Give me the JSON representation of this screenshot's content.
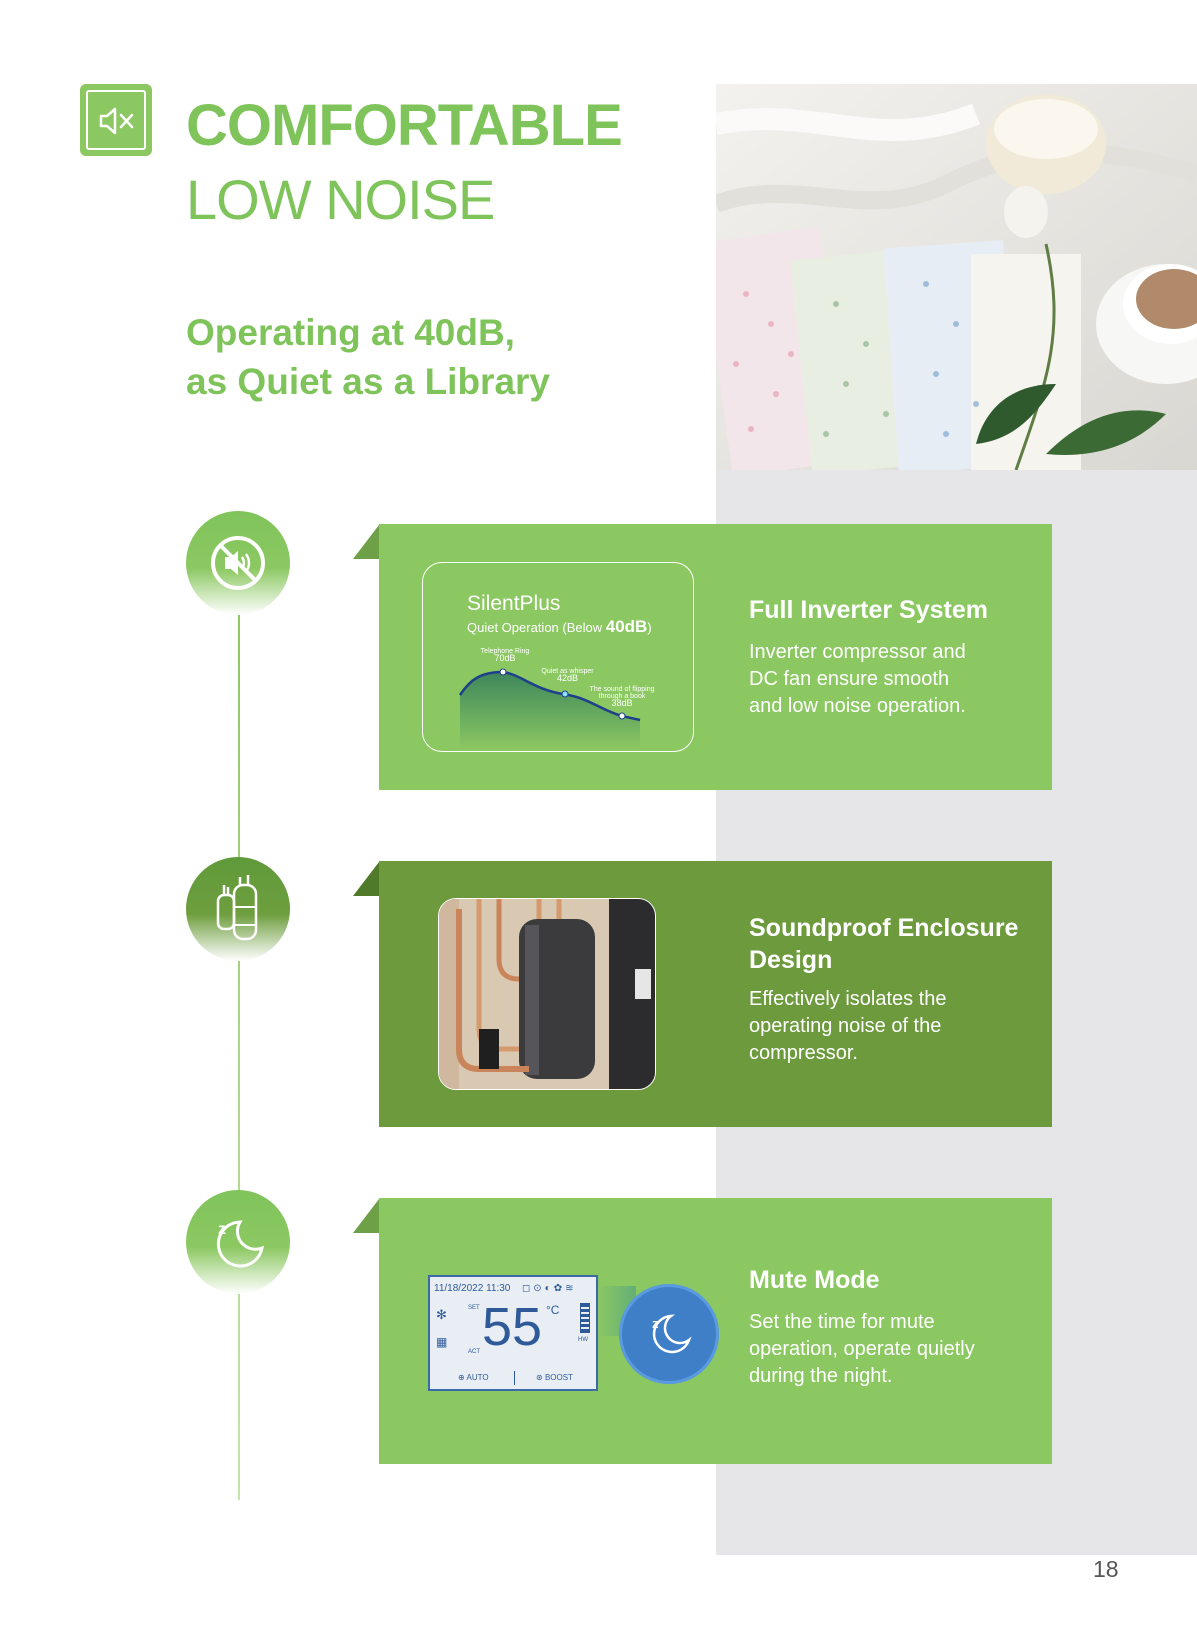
{
  "header": {
    "icon": "mute-icon",
    "title_bold": "COMFORTABLE",
    "title_light": "LOW NOISE",
    "subtitle_line1": "Operating at 40dB,",
    "subtitle_line2": "as Quiet as a Library"
  },
  "colors": {
    "brand_green": "#8cc862",
    "dark_green": "#6e9a3e",
    "text_green": "#7fc45a"
  },
  "features": [
    {
      "icon": "no-sound-icon",
      "title": "Full Inverter System",
      "text_lines": [
        "Inverter compressor and",
        "DC fan ensure smooth",
        "and low noise operation."
      ]
    },
    {
      "icon": "compressor-icon",
      "title_lines": [
        "Soundproof Enclosure",
        "Design"
      ],
      "text_lines": [
        "Effectively isolates the",
        "operating noise of the",
        "compressor."
      ]
    },
    {
      "icon": "sleep-moon-icon",
      "title": "Mute Mode",
      "text_lines": [
        "Set the time for mute",
        "operation, operate quietly",
        "during the night."
      ]
    }
  ],
  "chart": {
    "title": "SilentPlus",
    "subtitle": "Quiet Operation (Below ",
    "subtitle_bold": "40dB",
    "subtitle_end": ")",
    "labels": [
      {
        "line1": "Telephone Ring",
        "line2": "70dB"
      },
      {
        "line1": "Quiet as whisper",
        "line2": "42dB"
      },
      {
        "line1": "The sound of flipping",
        "line1b": "through a book",
        "line2": "38dB"
      }
    ]
  },
  "lcd": {
    "datetime": "11/18/2022  11:30",
    "set": "SET",
    "act": "ACT",
    "temp": "55",
    "unit": "°C",
    "hw": "HW",
    "auto": "AUTO",
    "boost": "BOOST"
  },
  "page_number": "18"
}
